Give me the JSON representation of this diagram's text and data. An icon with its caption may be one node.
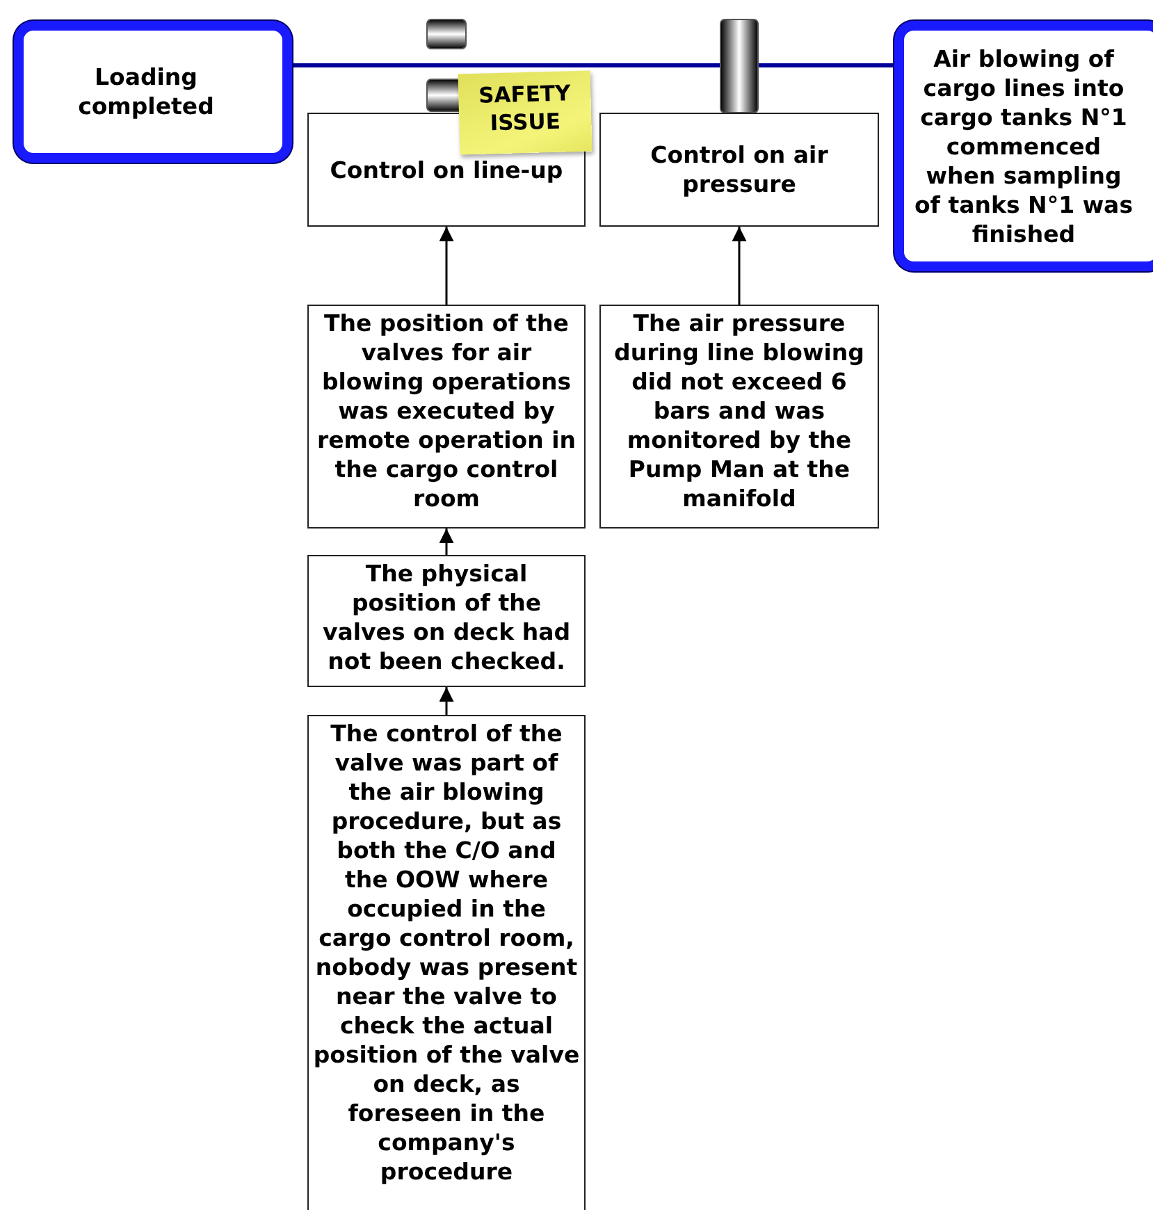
{
  "diagram": {
    "nodes": [
      {
        "text": [
          "Loading completed"
        ]
      },
      {
        "text": [
          "Air blowing of cargo lines into cargo tanks N°1 commenced when sampling of tanks N°1 was finished"
        ]
      },
      {
        "text": [
          "Control on line-up"
        ]
      },
      {
        "text": [
          "Control on air pressure"
        ]
      },
      {
        "text": [
          "The position of the valves for air blowing operations was executed by remote operation in the cargo control room"
        ]
      },
      {
        "text": [
          "The air pressure during line blowing did not exceed 6 bars and was monitored by the Pump Man at the manifold"
        ]
      },
      {
        "text": [
          "The physical position of the valves on deck had not been checked."
        ]
      },
      {
        "text": [
          "The control of the valve was part of the air blowing procedure, but as both the C/O and the OOW where occupied in the cargo control room, nobody was present near the valve to check the actual position of the valve on deck, as foreseen in the company's procedure"
        ]
      },
      {
        "text": [
          "SAFETY ISSUE"
        ]
      }
    ],
    "edges": [
      {
        "from": 0,
        "to": 1,
        "arrow": "none",
        "style": "thick",
        "color": "#000099"
      },
      {
        "from": 4,
        "to": 2,
        "arrow": "to"
      },
      {
        "from": 5,
        "to": 3,
        "arrow": "to"
      },
      {
        "from": 6,
        "to": 4,
        "arrow": "to"
      },
      {
        "from": 7,
        "to": 6,
        "arrow": "to"
      }
    ]
  }
}
